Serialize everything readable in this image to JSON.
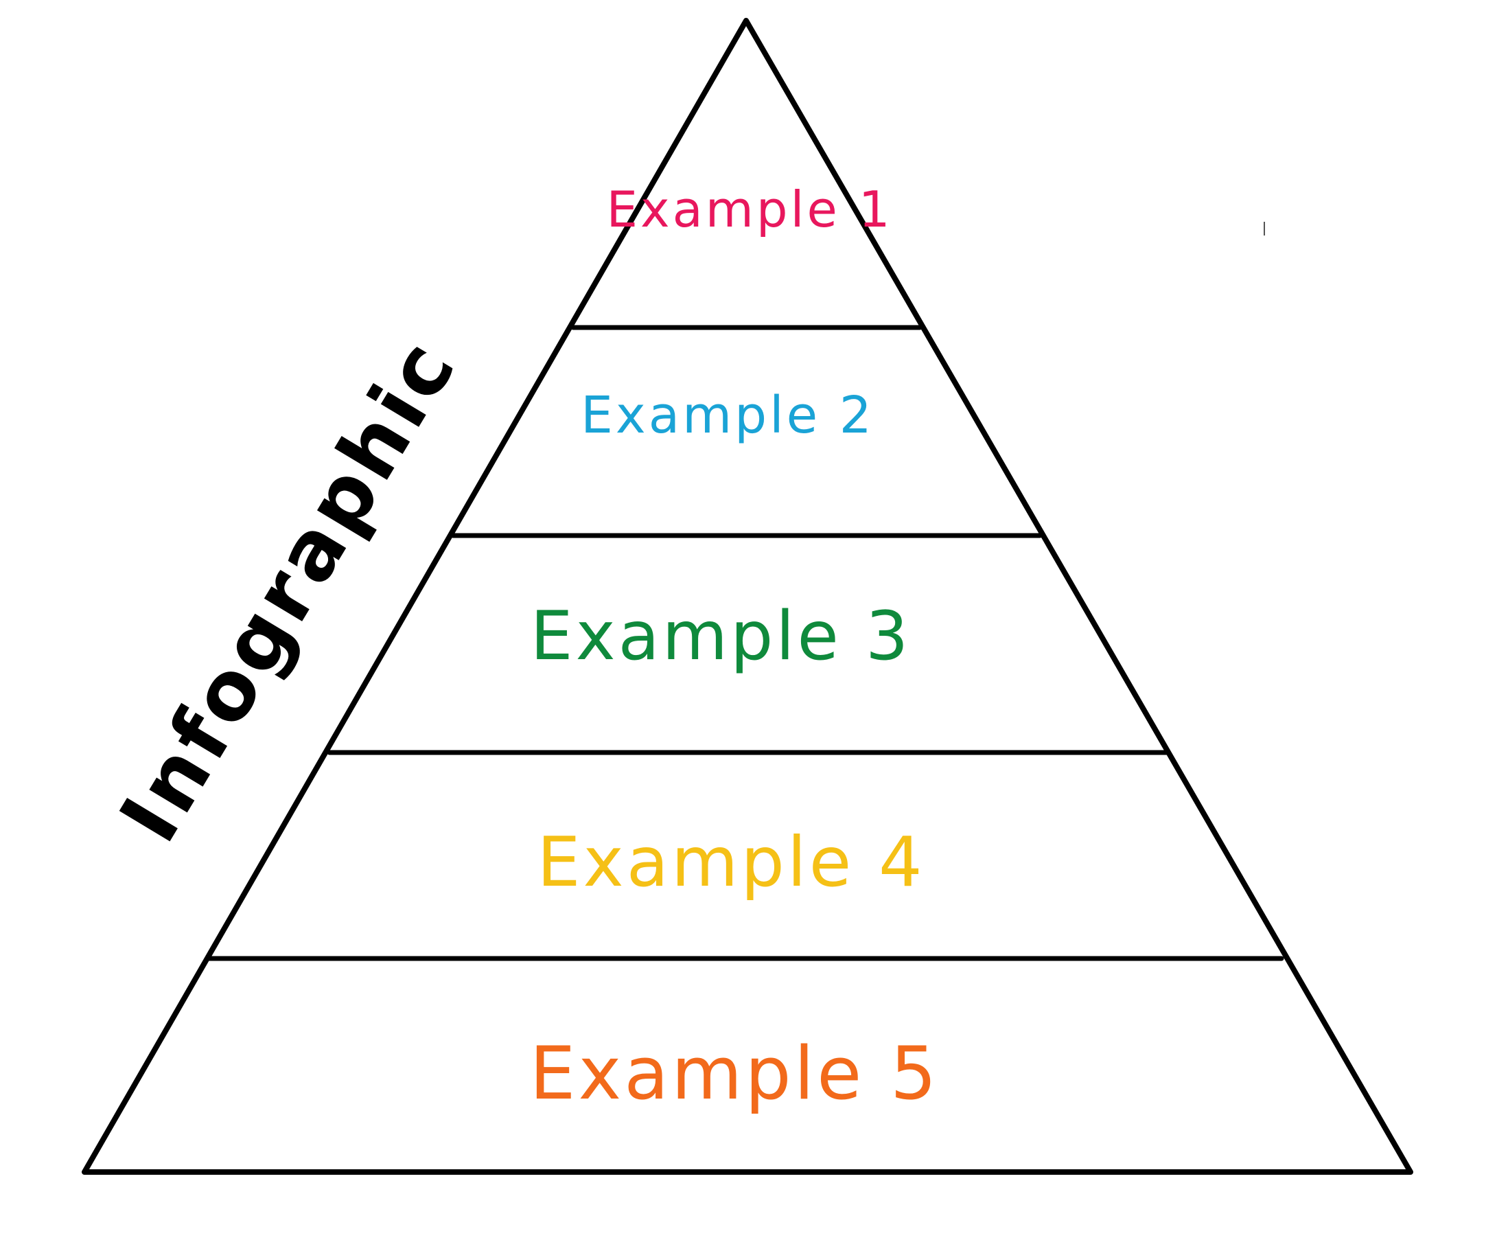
{
  "diagram": {
    "title": "Infographic",
    "line_color": "#000000",
    "tiers": [
      {
        "label": "Example 1",
        "color": "#e8175d"
      },
      {
        "label": "Example 2",
        "color": "#1aa3d6"
      },
      {
        "label": "Example 3",
        "color": "#0f8a3c"
      },
      {
        "label": "Example 4",
        "color": "#f5c016"
      },
      {
        "label": "Example 5",
        "color": "#f26a1b"
      }
    ]
  }
}
